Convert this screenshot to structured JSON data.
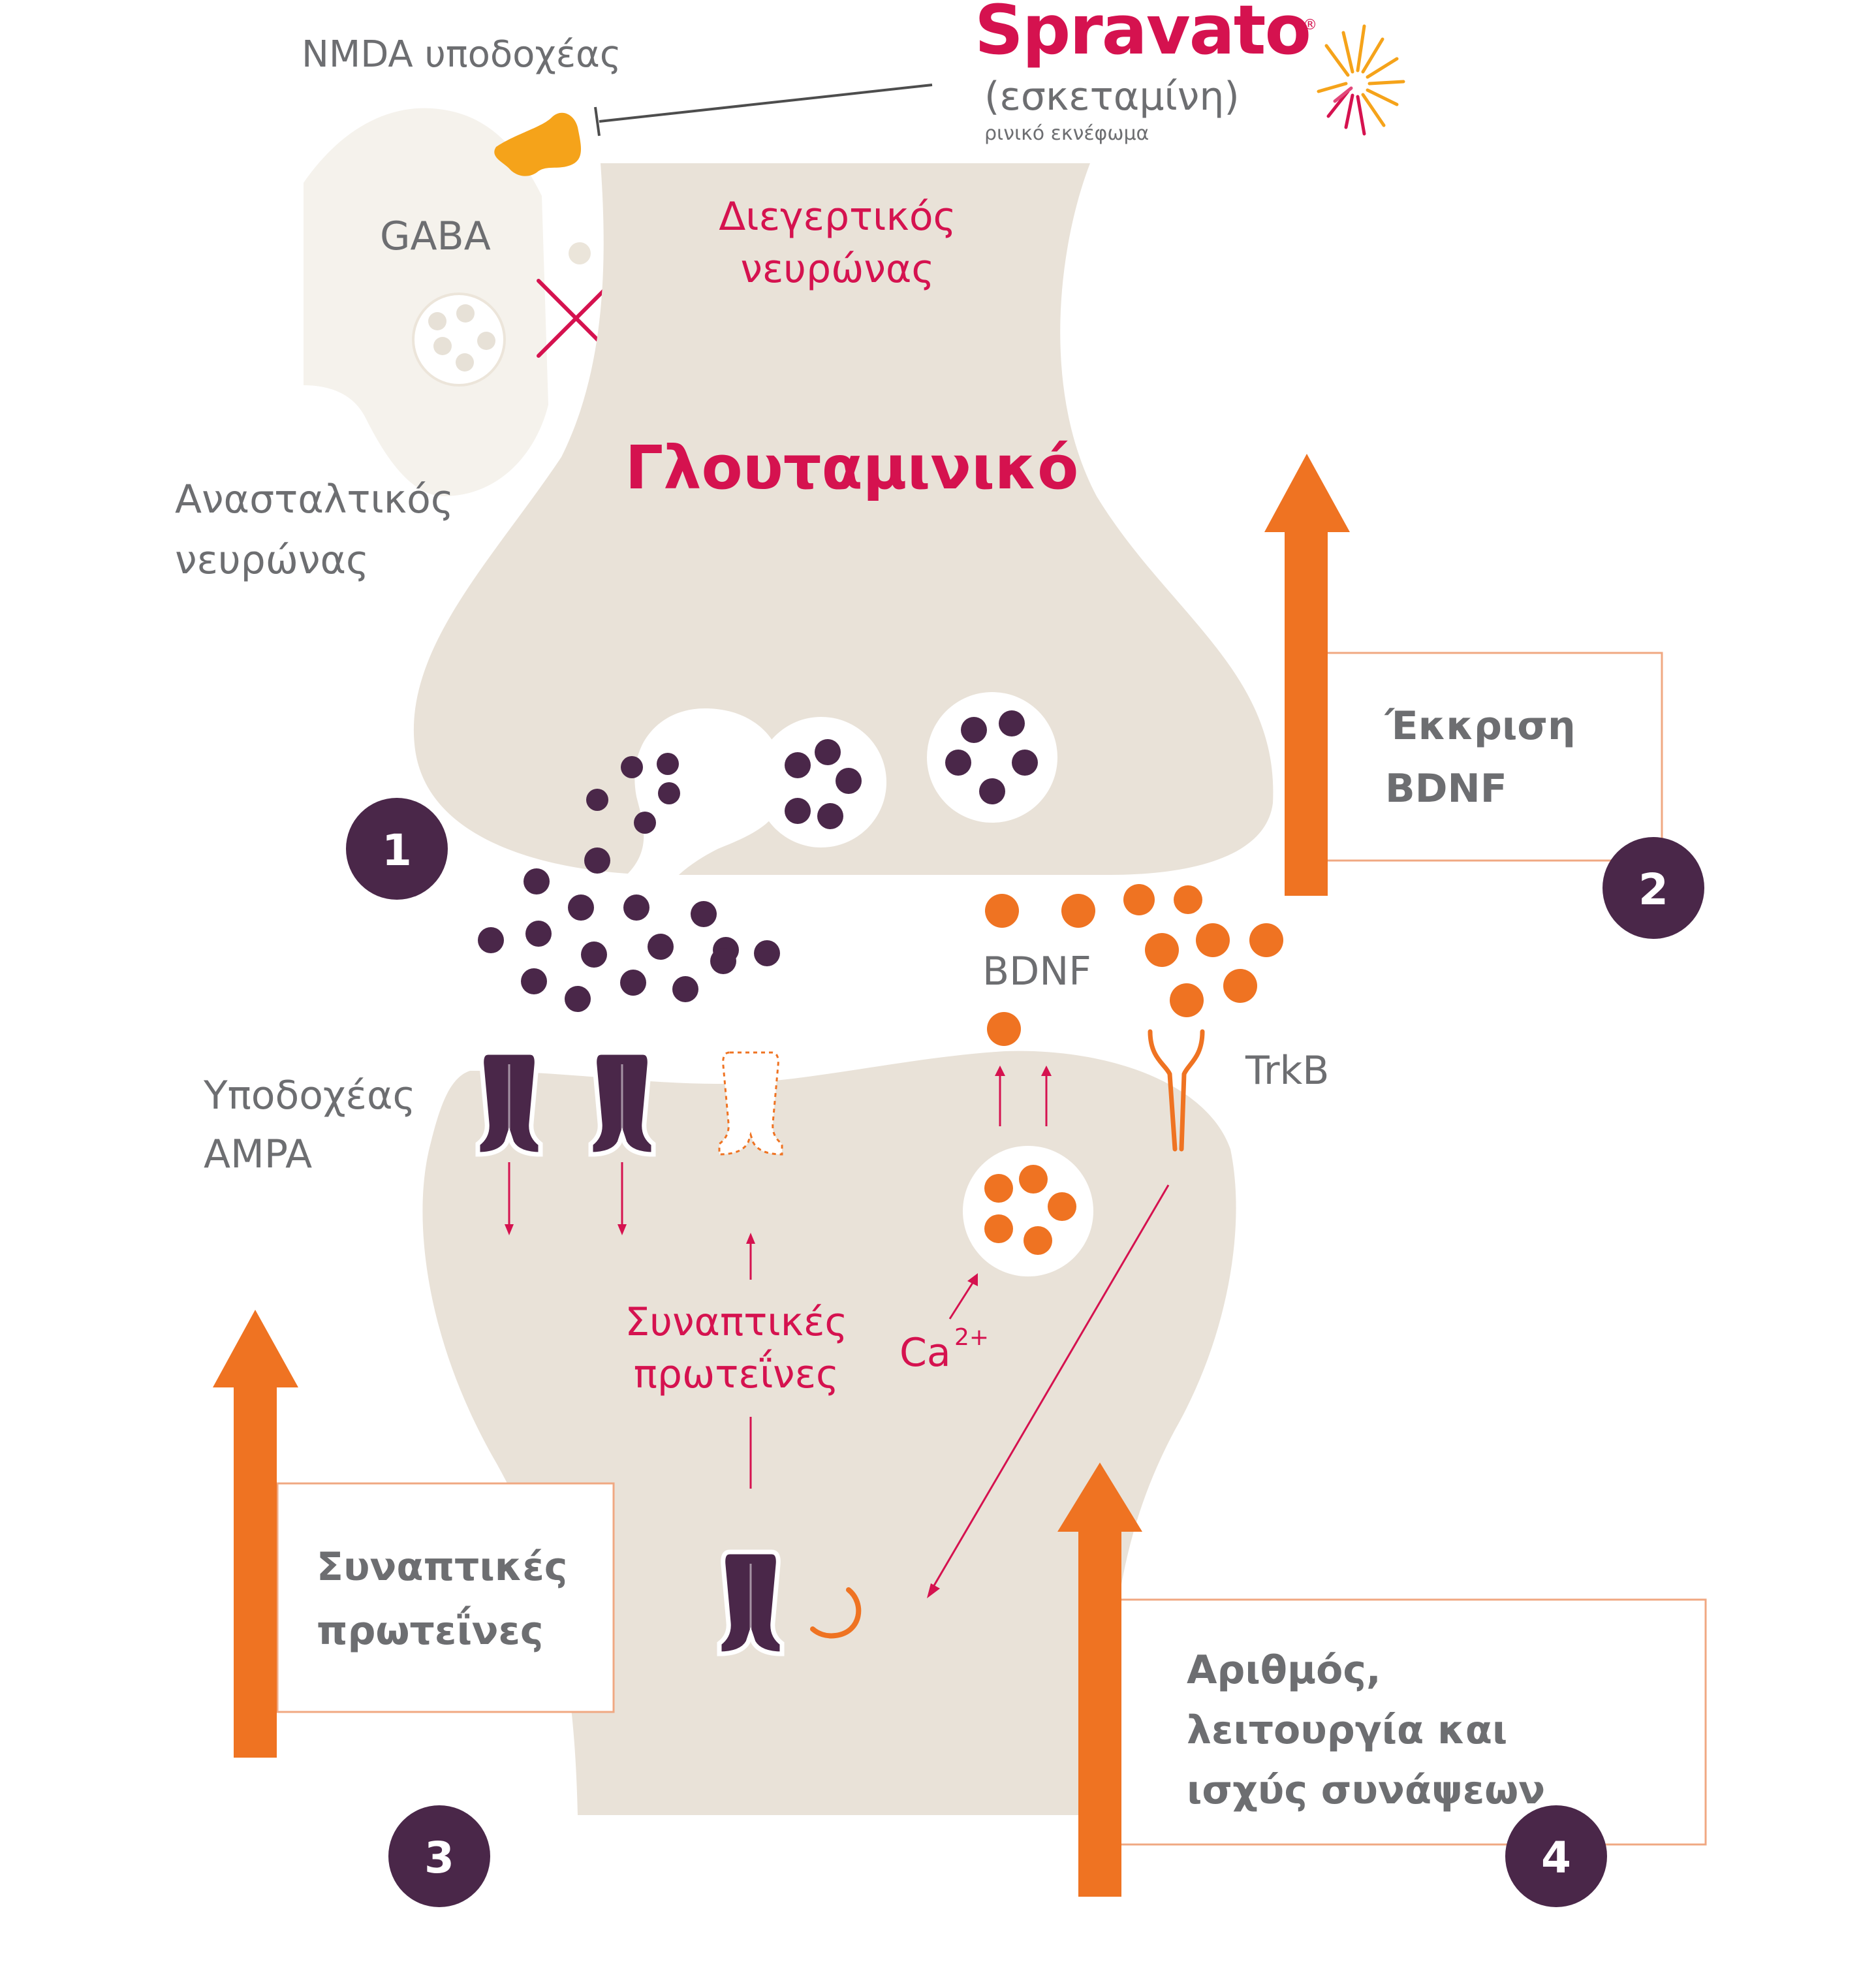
{
  "brand": {
    "name": "Spravato",
    "registered_mark": "®",
    "generic": "(εσκεταμίνη)",
    "form": "ρινικό εκνέφωμα"
  },
  "labels": {
    "nmda_receptor": "NMDA υποδοχέας",
    "gaba": "GABA",
    "excitatory_line1": "Διεγερτικός",
    "excitatory_line2": "νευρώνας",
    "glutamate": "Γλουταμινικό",
    "inhibitory_line1": "Ανασταλτικός",
    "inhibitory_line2": "νευρώνας",
    "bdnf": "BDNF",
    "trkb": "TrkB",
    "ampa_line1": "Υποδοχέας",
    "ampa_line2": "AMPA",
    "synaptic_line1": "Συναπτικές",
    "synaptic_line2": "πρωτεΐνες",
    "calcium": "Ca",
    "calcium_charge": "2+"
  },
  "steps": [
    {
      "number": "1"
    },
    {
      "number": "2",
      "text_line1": "Έκκριση",
      "text_line2": "BDNF"
    },
    {
      "number": "3",
      "text_line1": "Συναπτικές",
      "text_line2": "πρωτεΐνες"
    },
    {
      "number": "4",
      "text_line1": "Αριθμός,",
      "text_line2": "λειτουργία και",
      "text_line3": "ισχύς συνάψεων"
    }
  ],
  "colors": {
    "neuron_fill": "#e9e2d8",
    "inhibitory_fill": "#f5f2ec",
    "brand_red": "#d5124f",
    "label_gray": "#6d6e71",
    "plum": "#4a2749",
    "orange": "#ef7322",
    "nmda_yellow": "#f5a31a"
  }
}
